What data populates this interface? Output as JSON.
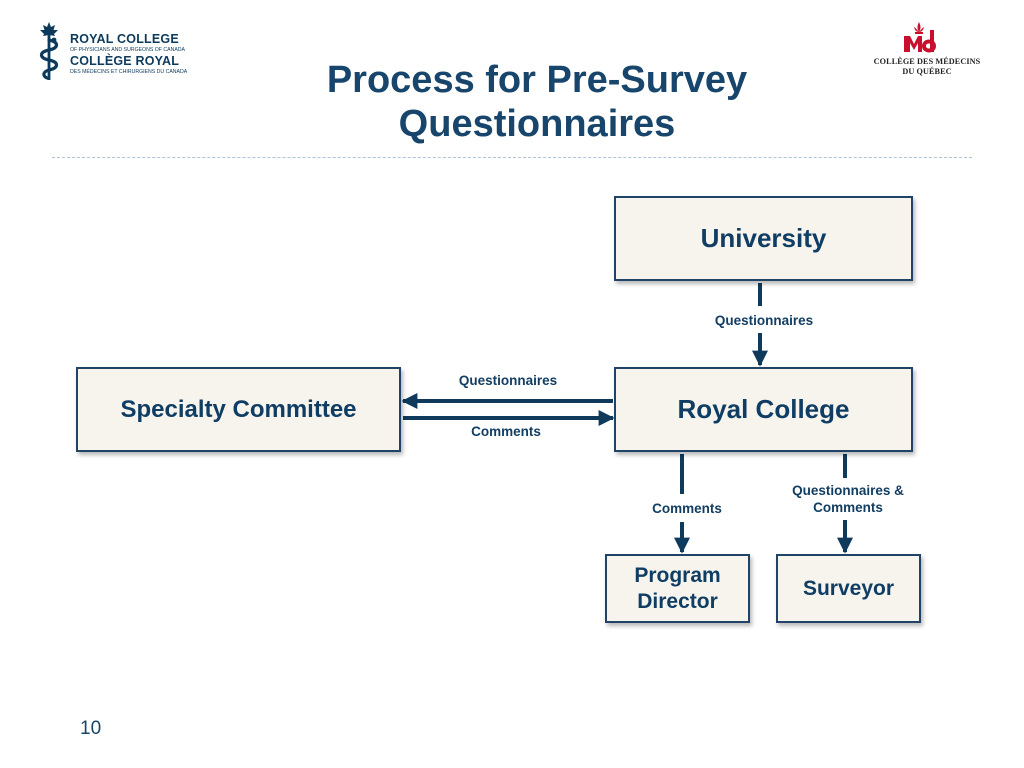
{
  "logos": {
    "royal_college": {
      "line1": "ROYAL COLLEGE",
      "line2": "OF PHYSICIANS AND SURGEONS OF CANADA",
      "line3": "COLLÈGE ROYAL",
      "line4": "DES MÉDECINS ET CHIRURGIENS DU CANADA"
    },
    "cmq": {
      "line1": "COLLÈGE DES MÉDECINS",
      "line2": "DU QUÉBEC"
    }
  },
  "title": "Process for Pre-Survey Questionnaires",
  "nodes": {
    "university": "University",
    "royal_college": "Royal College",
    "specialty_committee": "Specialty Committee",
    "program_director": "Program Director",
    "surveyor": "Surveyor"
  },
  "edges": {
    "university_to_royal": "Questionnaires",
    "royal_to_specialty": "Questionnaires",
    "specialty_to_royal": "Comments",
    "royal_to_program": "Comments",
    "royal_to_surveyor": "Questionnaires & Comments"
  },
  "page_number": "10",
  "colors": {
    "title": "#17456b",
    "box_fill": "#f7f4ee",
    "box_border": "#1f4467",
    "arrow": "#0f3a5c",
    "cmq_red": "#c8102e"
  }
}
